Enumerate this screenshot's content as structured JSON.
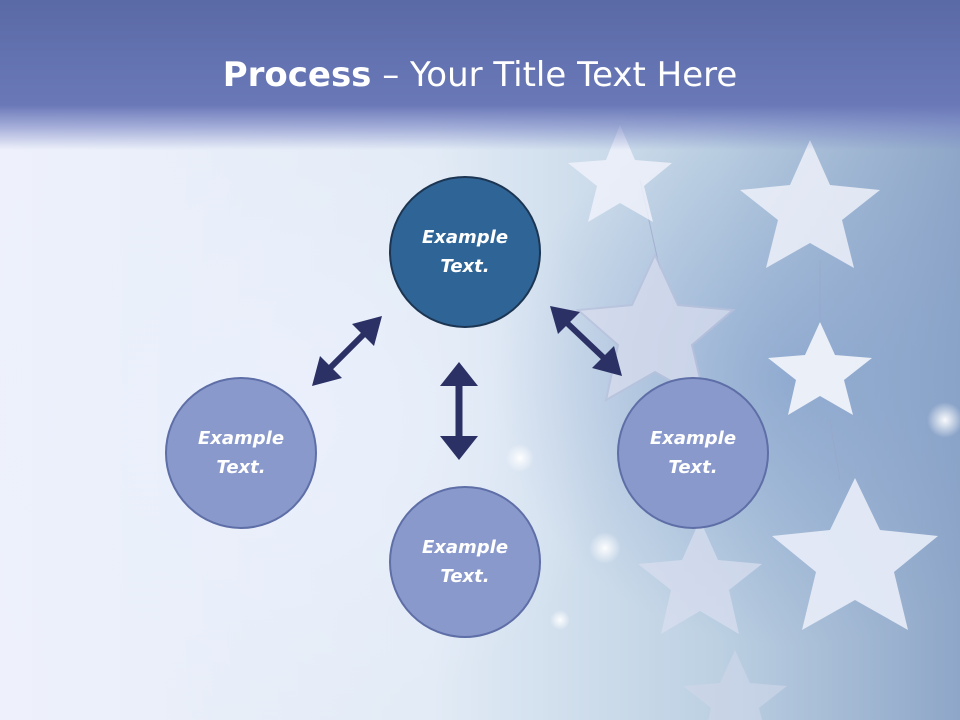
{
  "title": {
    "bold": "Process",
    "rest": " – Your Title Text Here"
  },
  "diagram": {
    "nodes": [
      {
        "id": "top",
        "label": "Example Text."
      },
      {
        "id": "left",
        "label": "Example Text."
      },
      {
        "id": "bottom",
        "label": "Example Text."
      },
      {
        "id": "right",
        "label": "Example Text."
      }
    ],
    "arrow_color": "#2b3165",
    "primary_color": "#2f6496",
    "secondary_color": "#8a99cc"
  }
}
